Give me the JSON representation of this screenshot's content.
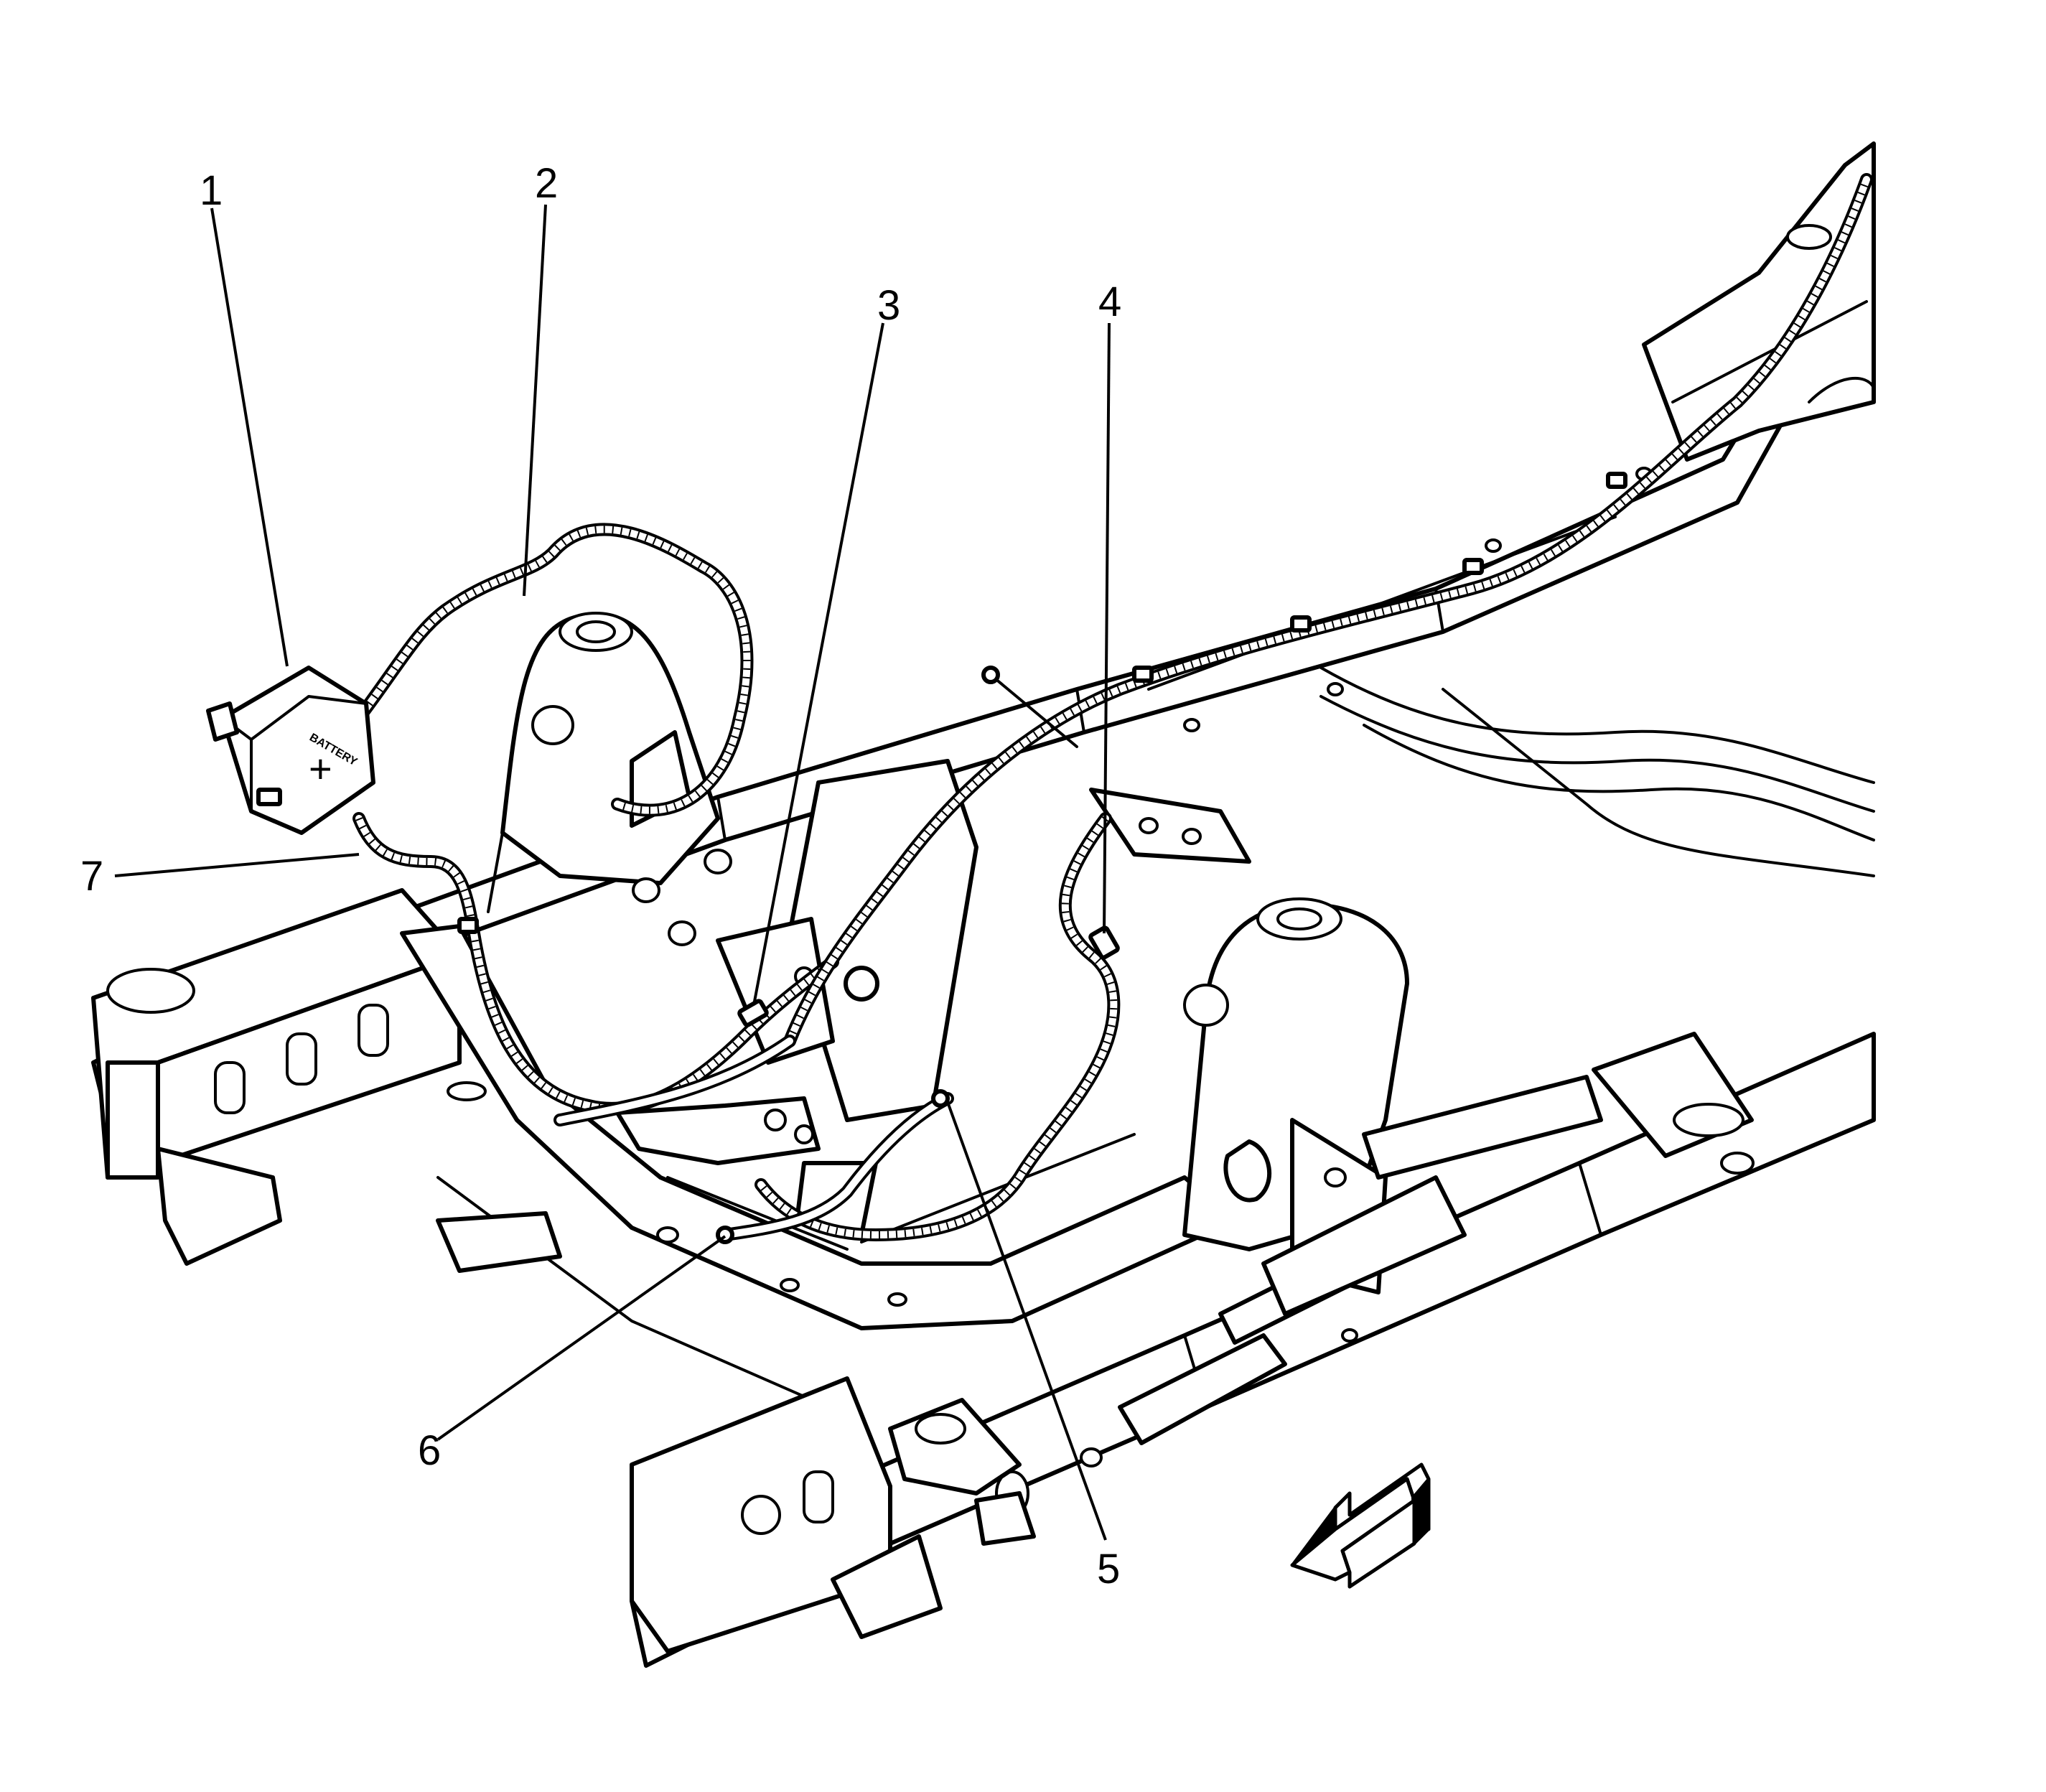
{
  "callouts": [
    {
      "id": "1",
      "label": "1"
    },
    {
      "id": "2",
      "label": "2"
    },
    {
      "id": "3",
      "label": "3"
    },
    {
      "id": "4",
      "label": "4"
    },
    {
      "id": "5",
      "label": "5"
    },
    {
      "id": "6",
      "label": "6"
    },
    {
      "id": "7",
      "label": "7"
    }
  ],
  "junction_block": {
    "label": "BATTERY",
    "symbol": "+"
  },
  "direction_arrow": {
    "icon": "front-direction-arrow-icon"
  }
}
